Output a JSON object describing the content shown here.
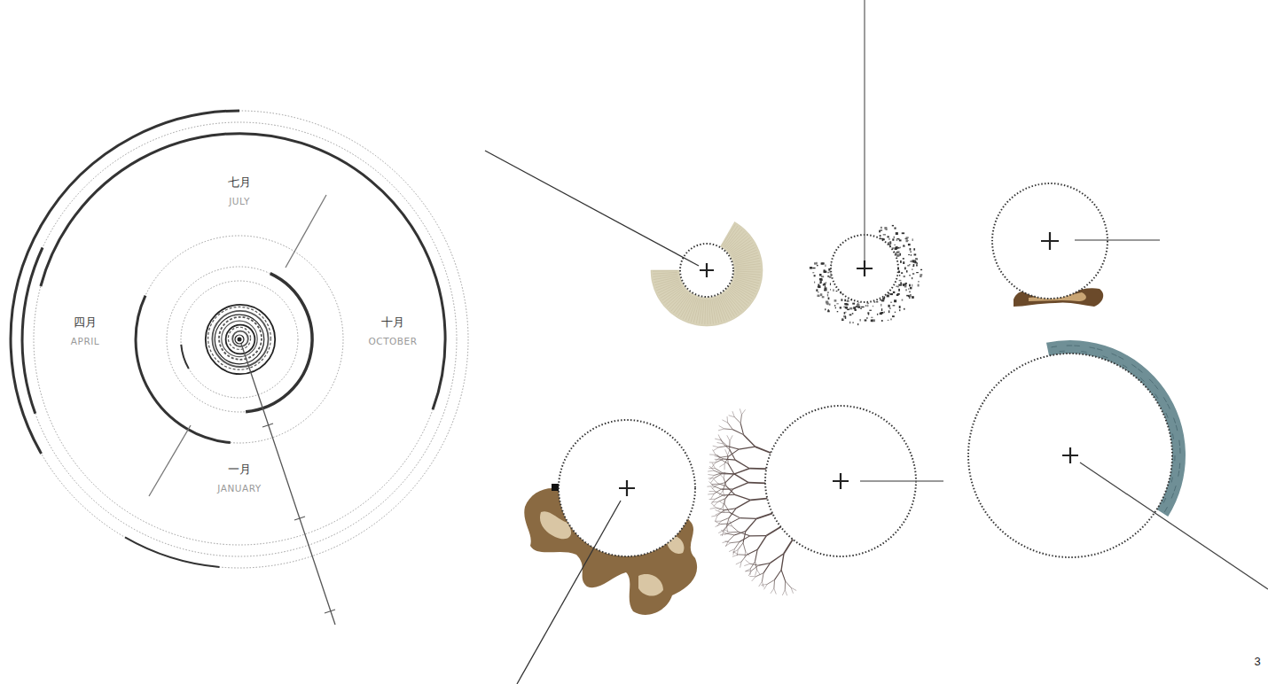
{
  "diagram": {
    "labels": [
      "七月",
      "JULY",
      "四月",
      "APRIL",
      "十月",
      "OCTOBER",
      "一月",
      "JANUARY",
      "3"
    ]
  }
}
